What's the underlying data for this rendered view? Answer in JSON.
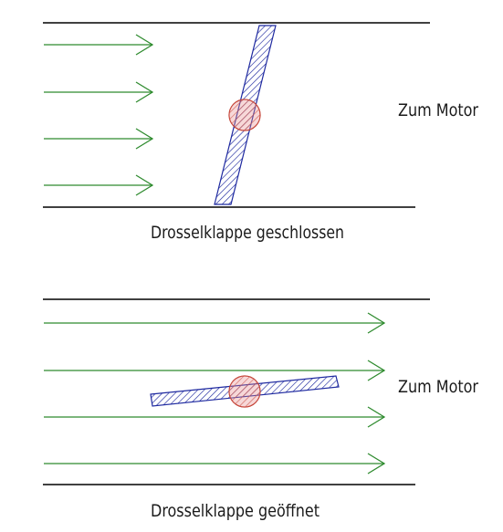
{
  "closed_panel": {
    "direction_label": "Zum Motor",
    "caption": "Drosselklappe geschlossen"
  },
  "open_panel": {
    "direction_label": "Zum Motor",
    "caption": "Drosselklappe geöffnet"
  },
  "colors": {
    "pipe_wall": "#000000",
    "flow_arrow": "#2e8b2e",
    "throttle_plate": "#1f2aa0",
    "pivot_outline": "#c0392b",
    "pivot_hatch": "#c0392b",
    "text": "#1a1a1a"
  }
}
